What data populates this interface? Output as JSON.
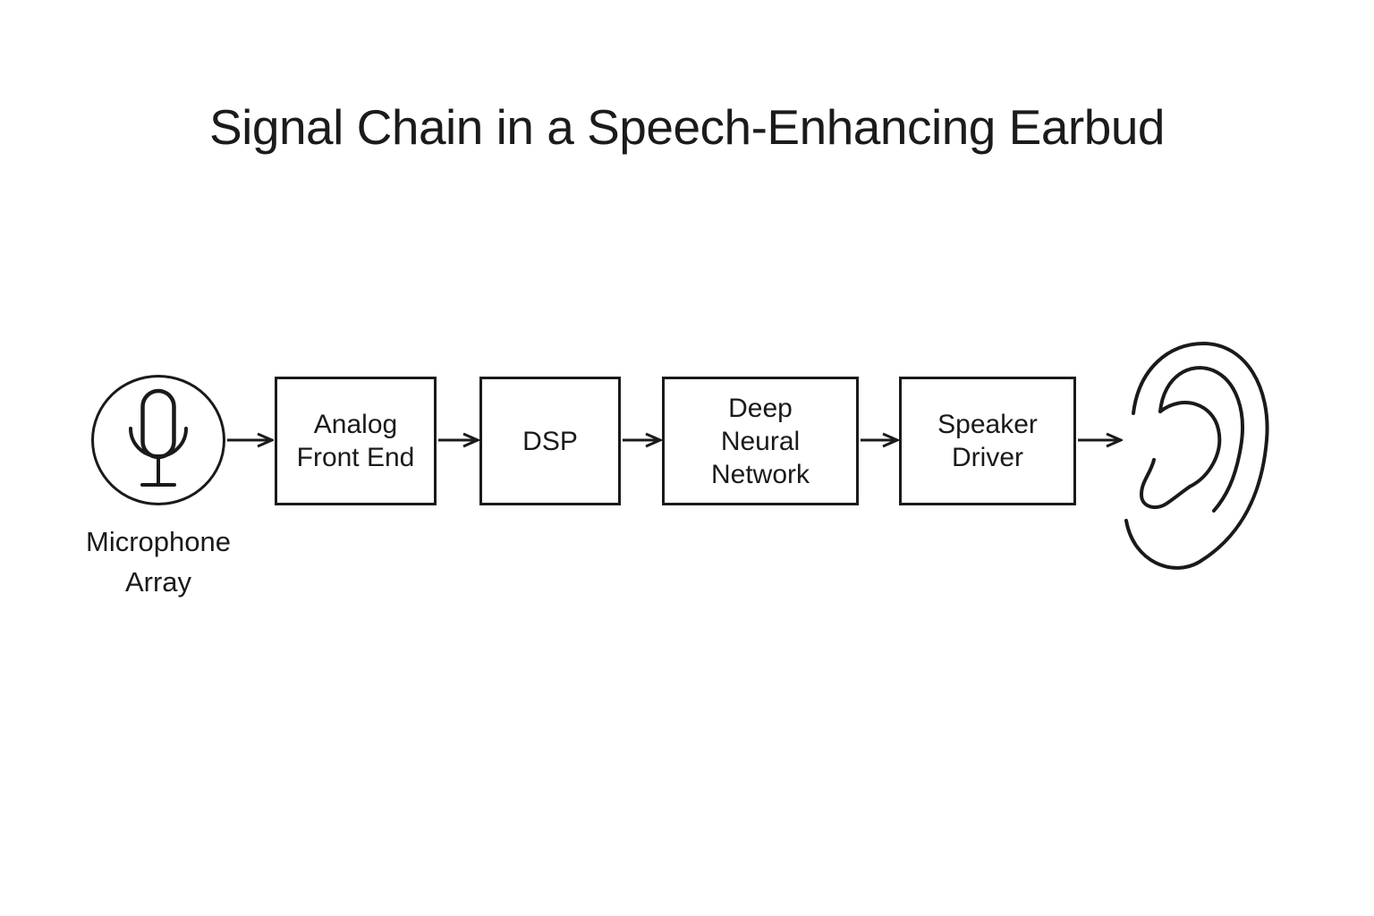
{
  "title": "Signal Chain in a Speech-Enhancing Earbud",
  "diagram": {
    "type": "flowchart",
    "direction": "left-to-right",
    "nodes": [
      {
        "id": "mic",
        "kind": "icon-circle",
        "icon": "microphone-icon",
        "label": "Microphone Array",
        "label_lines": [
          "Microphone",
          "Array"
        ]
      },
      {
        "id": "afe",
        "kind": "box",
        "label": "Analog Front End",
        "label_lines": [
          "Analog",
          "Front End"
        ]
      },
      {
        "id": "dsp",
        "kind": "box",
        "label": "DSP",
        "label_lines": [
          "DSP"
        ]
      },
      {
        "id": "dnn",
        "kind": "box",
        "label": "Deep Neural Network",
        "label_lines": [
          "Deep",
          "Neural",
          "Network"
        ]
      },
      {
        "id": "spk",
        "kind": "box",
        "label": "Speaker Driver",
        "label_lines": [
          "Speaker",
          "Driver"
        ]
      },
      {
        "id": "ear",
        "kind": "icon",
        "icon": "ear-icon",
        "label": ""
      }
    ],
    "edges": [
      {
        "from": "Microphone Array",
        "to": "Analog Front End"
      },
      {
        "from": "Analog Front End",
        "to": "DSP"
      },
      {
        "from": "DSP",
        "to": "Deep Neural Network"
      },
      {
        "from": "Deep Neural Network",
        "to": "Speaker Driver"
      },
      {
        "from": "Speaker Driver",
        "to": "Ear"
      }
    ]
  },
  "colors": {
    "background": "#ffffff",
    "stroke": "#1a1a1a",
    "text": "#1a1a1a"
  }
}
